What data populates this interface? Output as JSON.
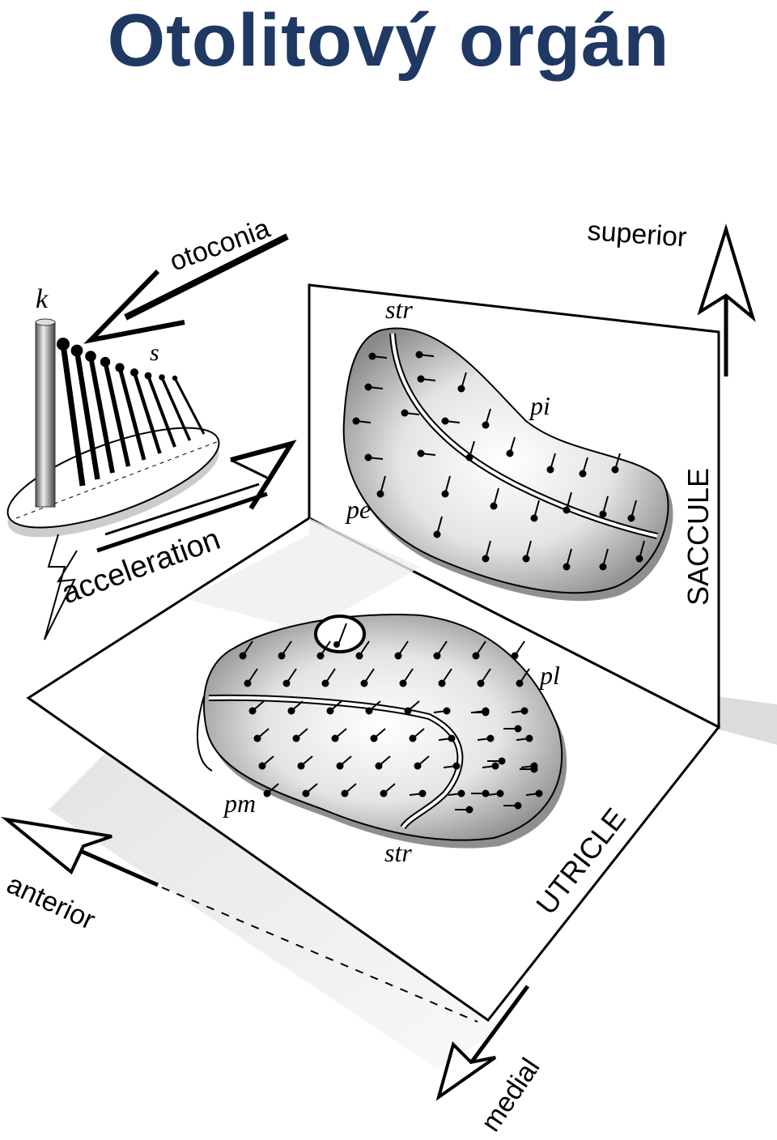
{
  "title": "Otolitový orgán",
  "colors": {
    "title": "#1f3864",
    "ink": "#000000",
    "shade": "#9a9a9a",
    "light": "#e6e6e6",
    "background": "#ffffff"
  },
  "labels": {
    "otoconia": "otoconia",
    "k": "k",
    "s": "s",
    "acceleration": "acceleration",
    "superior": "superior",
    "str_top": "str",
    "pi": "pi",
    "pe": "pe",
    "saccule": "SACCULE",
    "pl": "pl",
    "pm": "pm",
    "str_bottom": "str",
    "utricle": "UTRICLE",
    "anterior": "anterior",
    "medial": "medial"
  }
}
